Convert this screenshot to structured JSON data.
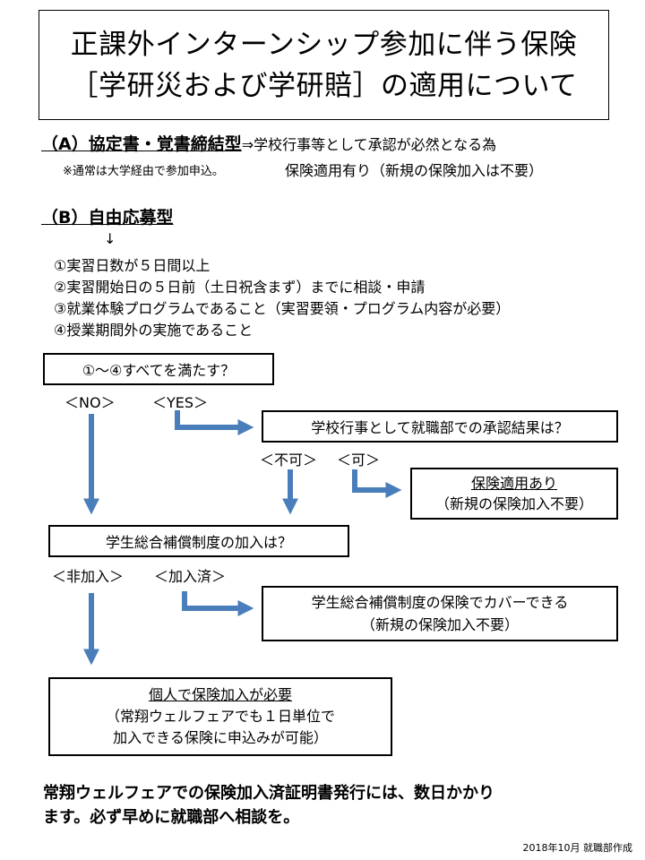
{
  "title": {
    "line1": "正課外インターンシップ参加に伴う保険",
    "line2": "［学研災および学研賠］の適用について"
  },
  "section_a": {
    "heading": "（A）協定書・覚書締結型",
    "desc": "⇒学校行事等として承認が必然となる為",
    "note": "※通常は大学経由で参加申込。",
    "result": "保険適用有り（新規の保険加入は不要）"
  },
  "section_b": {
    "heading": "（B）自由応募型",
    "down_arrow": "↓",
    "conditions": [
      "①実習日数が５日間以上",
      "②実習開始日の５日前（土日祝含まず）までに相談・申請",
      "③就業体験プログラムであること（実習要領・プログラム内容が必要）",
      "④授業期間外の実施であること"
    ]
  },
  "flow": {
    "q1": "①～④すべてを満たす？",
    "q1_no": "＜NO＞",
    "q1_yes": "＜YES＞",
    "q2": "学校行事として就職部での承認結果は？",
    "q2_ng": "＜不可＞",
    "q2_ok": "＜可＞",
    "r1_title": "保険適用あり",
    "r1_sub": "（新規の保険加入不要）",
    "q3": "学生総合補償制度の加入は？",
    "q3_not": "＜非加入＞",
    "q3_done": "＜加入済＞",
    "r2_line1": "学生総合補償制度の保険でカバーできる",
    "r2_line2": "（新規の保険加入不要）",
    "r3_title": "個人で保険加入が必要",
    "r3_line2": "（常翔ウェルフェアでも１日単位で",
    "r3_line3": "加入できる保険に申込みが可能）"
  },
  "footer": {
    "line1": "常翔ウェルフェアでの保険加入済証明書発行には、数日かかり",
    "line2": "ます。必ず早めに就職部へ相談を。",
    "credit": "2018年10月 就職部作成"
  },
  "colors": {
    "arrow": "#4a7ebb",
    "border": "#000000"
  }
}
